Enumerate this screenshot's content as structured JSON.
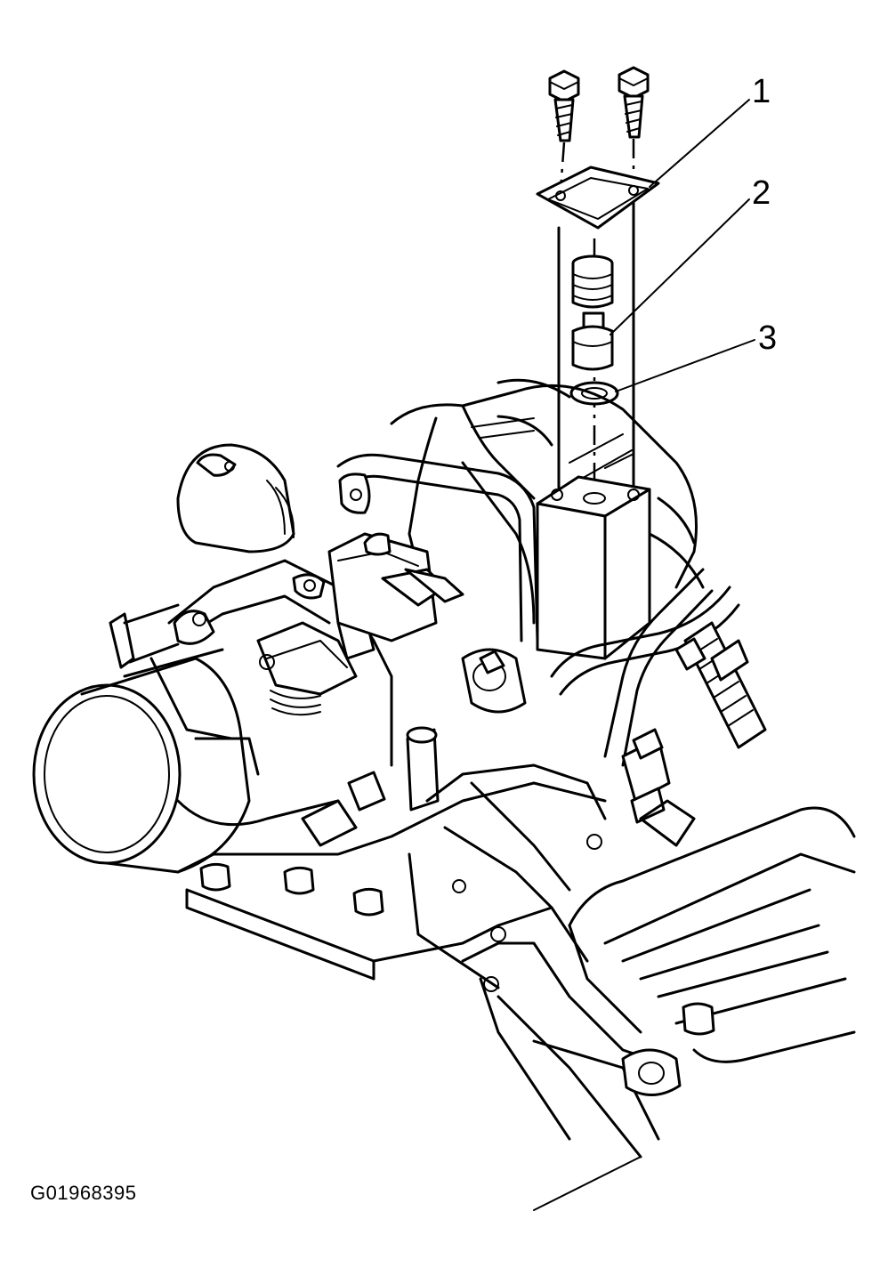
{
  "callouts": [
    {
      "id": "1",
      "label": "1"
    },
    {
      "id": "2",
      "label": "2"
    },
    {
      "id": "3",
      "label": "3"
    }
  ],
  "figure_id": "G01968395"
}
